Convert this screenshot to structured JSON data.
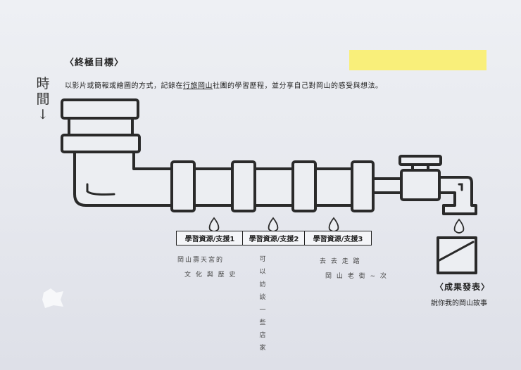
{
  "goal": {
    "title": "〈終極目標〉",
    "text_before": "以影片或簡報或繪圖的方式，記錄在",
    "text_underlined": "行旅岡山",
    "text_after": "社團的學習歷程，並分享自己對岡山的感受與想法。",
    "highlight_color": "#f9ef7a"
  },
  "time_label": [
    "時",
    "間",
    "↓"
  ],
  "resources": [
    {
      "label": "學習資源/支援1"
    },
    {
      "label": "學習資源/支援2"
    },
    {
      "label": "學習資源/支援3"
    }
  ],
  "notes": {
    "r1_line1": "岡山壽天宮的",
    "r1_line2": "文 化 與 歷 史",
    "r2_vertical": [
      "可",
      "以",
      "訪",
      "談",
      "一",
      "些",
      "店",
      "家"
    ],
    "r3_line1": "去 去 走 踏",
    "r3_line2": "岡 山 老 街 ~ 次"
  },
  "outcome": {
    "title": "〈成果發表〉",
    "subtitle": "說你我的岡山故事"
  }
}
